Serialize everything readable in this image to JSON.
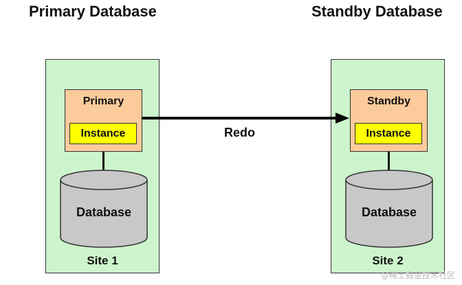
{
  "headings": {
    "left": "Primary Database",
    "right": "Standby Database"
  },
  "site1": {
    "label": "Site 1",
    "instance_box_title": "Primary",
    "instance_label": "Instance",
    "database_label": "Database"
  },
  "site2": {
    "label": "Site 2",
    "instance_box_title": "Standby",
    "instance_label": "Instance",
    "database_label": "Database"
  },
  "transport": {
    "label": "Redo"
  },
  "watermark": "@稀土掘金技术社区",
  "colors": {
    "site_fill": "#cdf5cd",
    "instance_box_fill": "#fccb9b",
    "instance_label_fill": "#ffff00",
    "database_fill": "#c8c8c8",
    "arrow": "#000000"
  }
}
